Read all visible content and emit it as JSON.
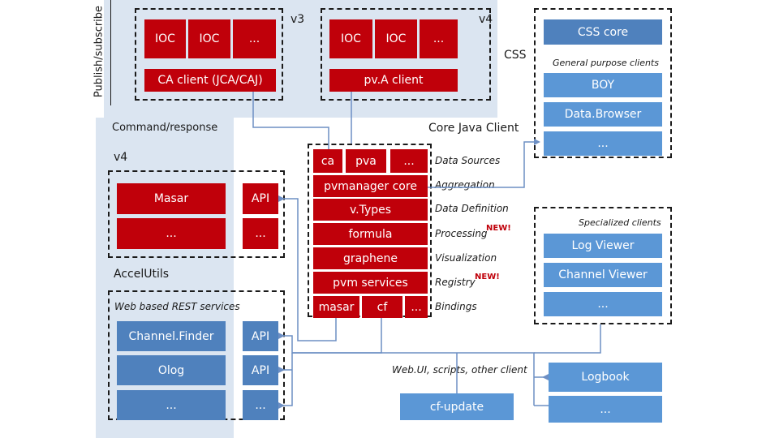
{
  "regions": {
    "publish_subscribe": "Publish/subscribe",
    "command_response": "Command/response",
    "v4_left": "v4",
    "accel_utils": "AccelUtils",
    "web_rest": "Web based REST services"
  },
  "css_group": {
    "v3_label": "v3",
    "v4_label": "v4",
    "css_label": "CSS",
    "v3_iocs": [
      "IOC",
      "IOC",
      "..."
    ],
    "v4_iocs": [
      "IOC",
      "IOC",
      "..."
    ],
    "ca_client": "CA client (JCA/CAJ)",
    "pva_client": "pv.A client"
  },
  "masar": {
    "masar": "Masar",
    "masar_api": "API",
    "more": "...",
    "more_api": "..."
  },
  "rest": {
    "channelfinder": "Channel.Finder",
    "channelfinder_api": "API",
    "olog": "Olog",
    "olog_api": "API",
    "more": "...",
    "more_api": "..."
  },
  "core_java": {
    "title": "Core Java Client",
    "ca": "ca",
    "pva": "pva",
    "more": "...",
    "pvmanager": "pvmanager core",
    "vtypes": "v.Types",
    "formula": "formula",
    "graphene": "graphene",
    "pvm_services": "pvm services",
    "masar": "masar",
    "cf": "cf",
    "more2": "..."
  },
  "layers": {
    "data_sources": "Data Sources",
    "aggregation": "Aggregation",
    "data_definition": "Data Definition",
    "processing": "Processing",
    "visualization": "Visualization",
    "registry": "Registry",
    "bindings": "Bindings",
    "new_badge": "NEW!"
  },
  "clients": {
    "css_core": "CSS core",
    "general_purpose": "General purpose clients",
    "boy": "BOY",
    "databrowser": "Data.Browser",
    "more1": "...",
    "specialized": "Specialized clients",
    "logviewer": "Log Viewer",
    "channelviewer": "Channel Viewer",
    "more2": "..."
  },
  "bottom": {
    "webui": "Web.UI, scripts, other client",
    "cfupdate": "cf-update",
    "logbook": "Logbook",
    "more": "..."
  },
  "colors": {
    "region": "#dbe5f1",
    "red": "#c0000a",
    "blue": "#4f81bd",
    "light_blue": "#5b97d6",
    "line": "#6d8fc4"
  }
}
